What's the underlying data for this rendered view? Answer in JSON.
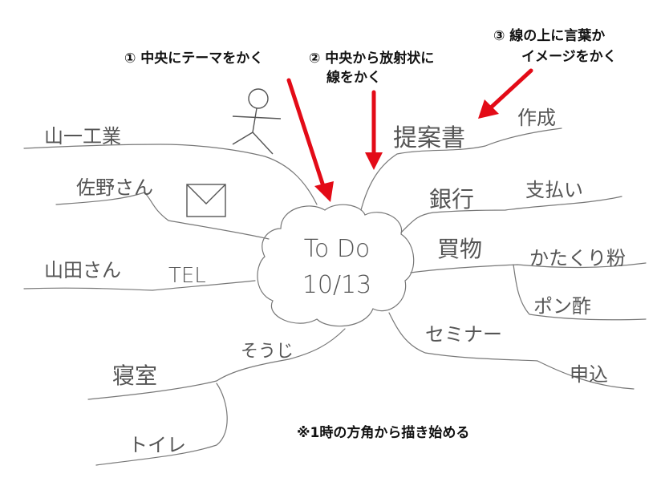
{
  "instructions": {
    "step1": "① 中央にテーマをかく",
    "step2_line1": "② 中央から放射状に",
    "step2_line2": "線をかく",
    "step3_line1": "③ 線の上に言葉か",
    "step3_line2": "イメージをかく",
    "note": "※1時の方角から描き始める"
  },
  "center": {
    "line1": "To Do",
    "line2": "10/13"
  },
  "right_branches": {
    "proposal": "提案書",
    "proposal_sub": "作成",
    "bank": "銀行",
    "bank_sub": "支払い",
    "shopping": "買物",
    "shopping_sub1": "かたくり粉",
    "shopping_sub2": "ポン酢",
    "seminar": "セミナー",
    "seminar_sub": "申込"
  },
  "left_branches": {
    "company": "山一工業",
    "sano": "佐野さん",
    "yamada": "山田さん",
    "tel": "TEL",
    "cleaning": "そうじ",
    "bedroom": "寝室",
    "toilet": "トイレ"
  },
  "icons": {
    "runner": "stick-figure-icon",
    "mail": "envelope-icon"
  },
  "colors": {
    "arrow": "#e30b17",
    "sketch": "#555555"
  }
}
